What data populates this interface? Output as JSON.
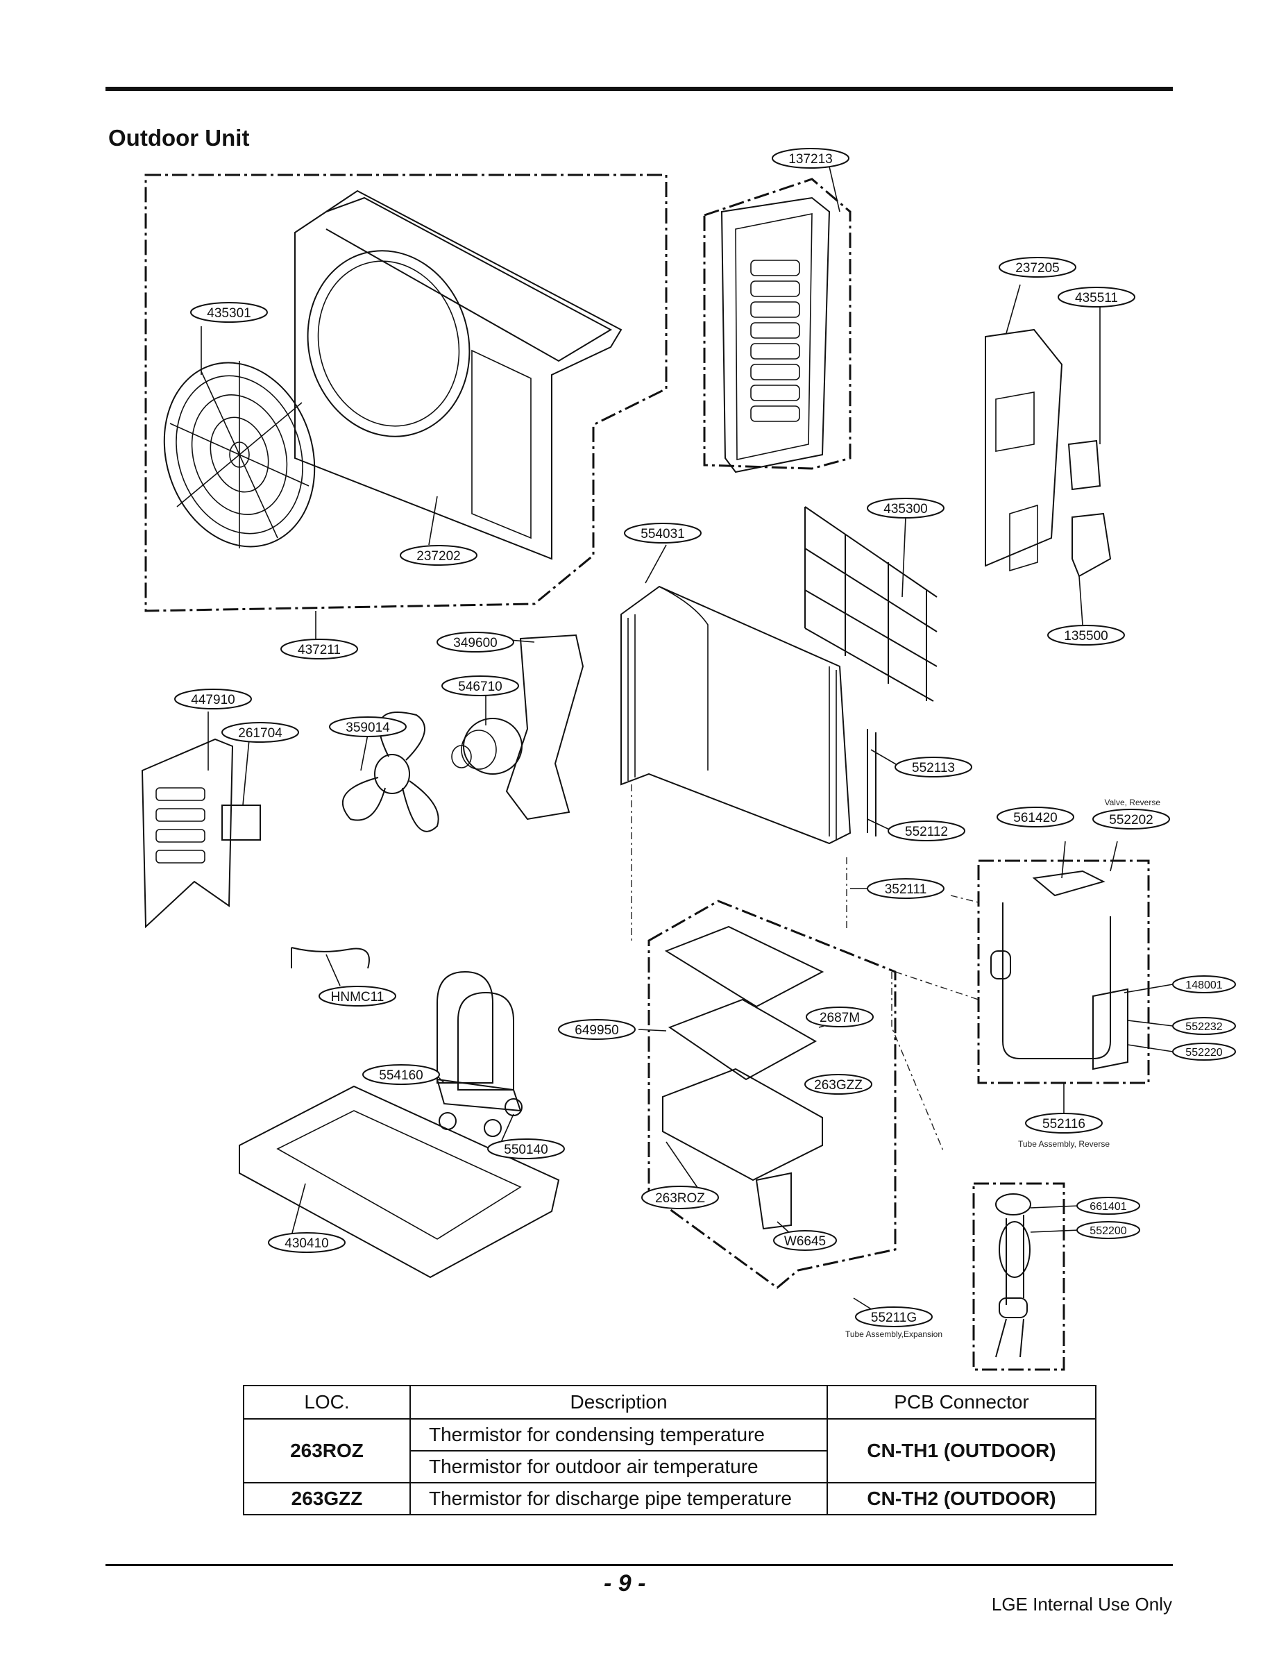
{
  "title": "Outdoor Unit",
  "parts": [
    "137213",
    "435301",
    "237205",
    "435511",
    "237202",
    "554031",
    "435300",
    "437211",
    "349600",
    "135500",
    "546710",
    "447910",
    "261704",
    "359014",
    "552113",
    "552112",
    "561420",
    "552202",
    "352111",
    "148001",
    "HNMC11",
    "2687M",
    "649950",
    "552232",
    "552220",
    "554160",
    "263GZZ",
    "552116",
    "550140",
    "263ROZ",
    "661401",
    "430410",
    "W6645",
    "552200",
    "55211G"
  ],
  "notes": {
    "valve_reverse": "Valve, Reverse",
    "tube_reverse": "Tube Assembly, Reverse",
    "tube_expansion": "Tube Assembly,Expansion"
  },
  "table": {
    "headers": [
      "LOC.",
      "Description",
      "PCB Connector"
    ],
    "rows": [
      {
        "loc": "263ROZ",
        "desc1": "Thermistor for condensing temperature",
        "desc2": "Thermistor for outdoor air temperature",
        "conn": "CN-TH1 (OUTDOOR)"
      },
      {
        "loc": "263GZZ",
        "desc1": "Thermistor for discharge pipe temperature",
        "conn": "CN-TH2 (OUTDOOR)"
      }
    ]
  },
  "page_number": "- 9 -",
  "footer": "LGE Internal Use Only"
}
